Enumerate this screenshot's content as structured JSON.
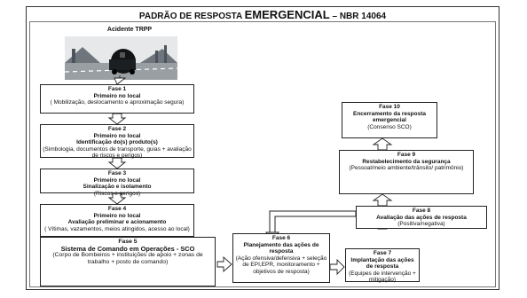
{
  "title": {
    "part1": "PADRÃO DE RESPOSTA",
    "part2": "EMERGENCIAL",
    "part3": "– NBR 14064"
  },
  "scene_label": "Acidente TRPP",
  "phases": {
    "f1": {
      "heading": [
        "Fase 1",
        "Primeiro no local"
      ],
      "body": "( Mobilização, deslocamento e aproximação segura)"
    },
    "f2": {
      "heading": [
        "Fase 2",
        "Primeiro no local",
        "Identificação do(s) produto(s)"
      ],
      "body": "(Simbologia, documentos de transporte, guias + avaliação de riscos e perigos)"
    },
    "f3": {
      "heading": [
        "Fase 3",
        "Primeiro no local",
        "Sinalização e isolamento"
      ],
      "body": "(Riscos e perigos)"
    },
    "f4": {
      "heading": [
        "Fase 4",
        "Primeiro no local",
        "Avaliação preliminar e acionamento"
      ],
      "body": "( Vítimas, vazamentos, meios atingidos, acesso ao local)"
    },
    "f5": {
      "heading": [
        "Fase 5",
        "Sistema de Comando em Operações - SCO"
      ],
      "body": "(Corpo de Bombeiros + instituições de apoio + zonas de trabalho + posto de comando)"
    },
    "f6": {
      "heading": [
        "Fase 6",
        "Planejamento das ações de resposta"
      ],
      "body": "(Ação ofensiva/defensiva + seleção de EPI,EPR, monitoramento + objetivos de resposta)"
    },
    "f7": {
      "heading": [
        "Fase 7",
        "Implantação das ações de resposta"
      ],
      "body": "(Equipes de intervenção + mitigação)"
    },
    "f8": {
      "heading": [
        "Fase 8",
        "Avaliação das ações de resposta"
      ],
      "body": "(Positiva/negativa)"
    },
    "f9": {
      "heading": [
        "Fase 9",
        "Restabelecimento da segurança"
      ],
      "body": "(Pessoal/meio ambiente/trânsito/ patrimônio)"
    },
    "f10": {
      "heading": [
        "Fase 10",
        "Encerramento da resposta emergencial"
      ],
      "body": "(Consenso SCO)"
    }
  }
}
